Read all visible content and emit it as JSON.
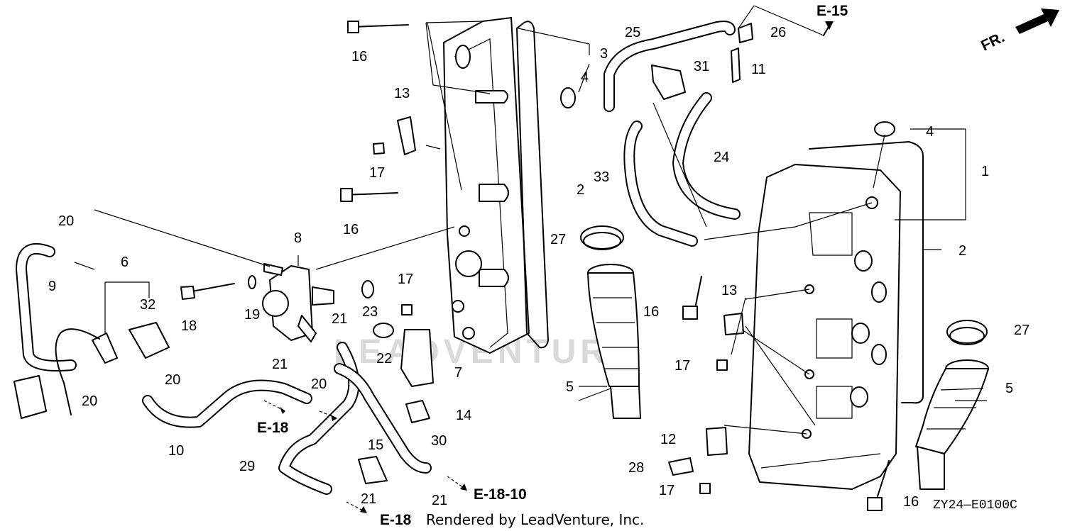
{
  "diagram": {
    "part_labels": [
      "1",
      "2",
      "2",
      "3",
      "4",
      "4",
      "5",
      "5",
      "6",
      "7",
      "8",
      "9",
      "10",
      "11",
      "12",
      "13",
      "13",
      "14",
      "15",
      "16",
      "16",
      "16",
      "16",
      "17",
      "17",
      "17",
      "17",
      "18",
      "19",
      "20",
      "20",
      "20",
      "20",
      "21",
      "21",
      "21",
      "21",
      "22",
      "23",
      "24",
      "25",
      "26",
      "27",
      "27",
      "28",
      "29",
      "30",
      "31",
      "32",
      "33"
    ],
    "reference_labels": [
      "E-15",
      "E-18",
      "E-18-10",
      "E-18"
    ],
    "front_indicator": "FR.",
    "diagram_code": "ZY24—E0100C",
    "credit": "Rendered by LeadVenture, Inc.",
    "watermark": "LEADVENTURE"
  }
}
